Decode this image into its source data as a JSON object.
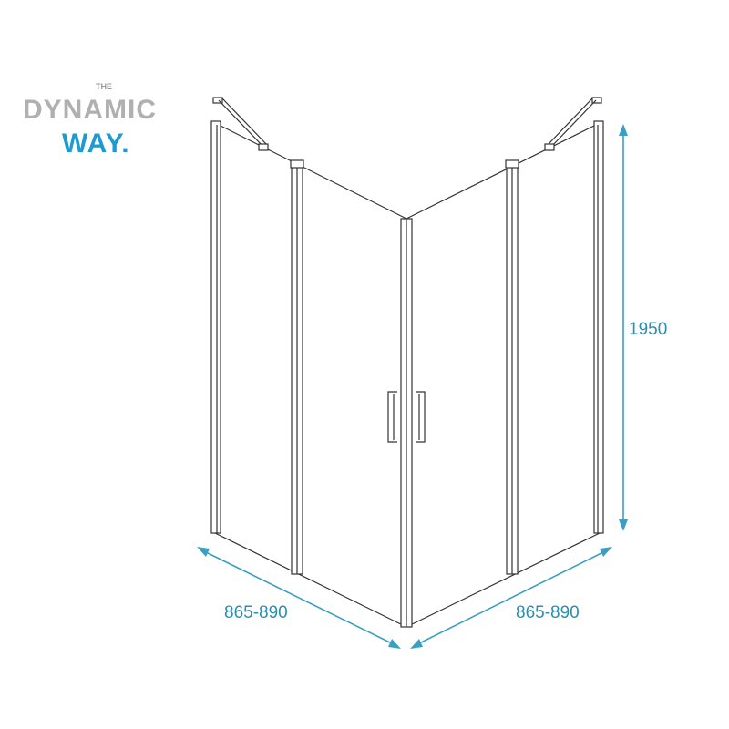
{
  "logo": {
    "the": "THE",
    "dynamic": "DYNAMIC",
    "way": "WAY."
  },
  "dimensions": {
    "height": "1950",
    "left_width": "865-890",
    "right_width": "865-890"
  },
  "colors": {
    "dimension": "#3a9fc0",
    "logo_blue": "#1b9bd1",
    "logo_grey": "#b0b0b0",
    "line": "#333333"
  }
}
